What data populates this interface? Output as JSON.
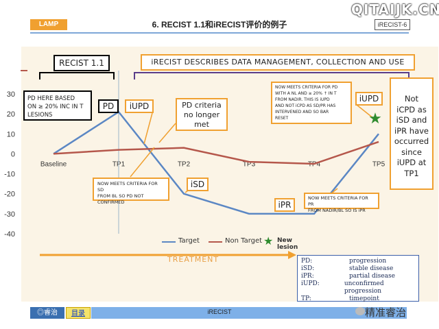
{
  "header": {
    "lamp_label": "LAMP",
    "title": "6. RECIST 1.1和iRECIST评价的例子",
    "tag": "iRECIST-6",
    "watermark": "QITAIJK.CN"
  },
  "footer": {
    "logo": "◎睿治",
    "link": "目录",
    "center": "iRECIST",
    "brand": "精准睿治"
  },
  "colors": {
    "target": "#5b87c4",
    "non_target": "#b5574b",
    "accent_orange": "#f0a030",
    "purple": "#5a3d8a",
    "star": "#2e8b2e"
  },
  "chart_data": {
    "type": "line",
    "categories": [
      "Baseline",
      "TP1",
      "TP2",
      "TP3",
      "TP4",
      "TP5"
    ],
    "series": [
      {
        "name": "Target",
        "values": [
          0,
          21,
          -20,
          -30,
          -30,
          10
        ],
        "color": "#5b87c4"
      },
      {
        "name": "Non Target",
        "values": [
          0,
          2,
          3,
          -4,
          -5,
          6
        ],
        "color": "#b5574b"
      }
    ],
    "yticks": [
      30,
      20,
      10,
      0,
      -10,
      -20,
      -30,
      -40
    ],
    "ylim": [
      -40,
      30
    ],
    "legend": [
      "Target",
      "Non Target",
      "New lesion"
    ],
    "treatment_label": "TREATMENT"
  },
  "annotations": {
    "recist_title": "RECIST 1.1",
    "irecist_title": "iRECIST DESCRIBES DATA MANAGEMENT, COLLECTION AND USE",
    "pd_based": [
      "PD HERE BASED",
      "ON ≥ 20% INC IN T",
      "LESIONS"
    ],
    "pd": "PD",
    "iupd": "iUPD",
    "pd_criteria": [
      "PD criteria",
      "no longer",
      "met"
    ],
    "sd_criteria": [
      "NOW MEETS CRITERIA FOR SD",
      "FROM BL SO PD NOT",
      "CONFIRMED"
    ],
    "isd": "iSD",
    "ipr": "iPR",
    "pr_criteria": [
      "NOW MEETS CRITERIA FOR PR",
      "FROM NADIR/BL SO IS iPR"
    ],
    "pd_nadir": [
      "NOW MEETS CRITERIA FOR PD",
      "WITH A NL AND ≥ 20% ↑ IN T",
      "FROM NADIR.  THIS IS iUPD",
      "AND NOT iCPD AS SD/PR HAS",
      "INTERVENED AND SO BAR",
      "RESET"
    ],
    "iupd2": "iUPD",
    "not_icpd": [
      "Not",
      "iCPD as",
      "iSD and",
      "iPR have",
      "occurred",
      "since",
      "iUPD at",
      "TP1"
    ]
  },
  "glossary": [
    {
      "term": "PD:",
      "desc": "progression"
    },
    {
      "term": "iSD:",
      "desc": "stable disease"
    },
    {
      "term": "iPR:",
      "desc": "partial disease"
    },
    {
      "term": "iUPD:",
      "desc": "unconfirmed progression"
    },
    {
      "term": "TP:",
      "desc": "timepoint"
    }
  ]
}
